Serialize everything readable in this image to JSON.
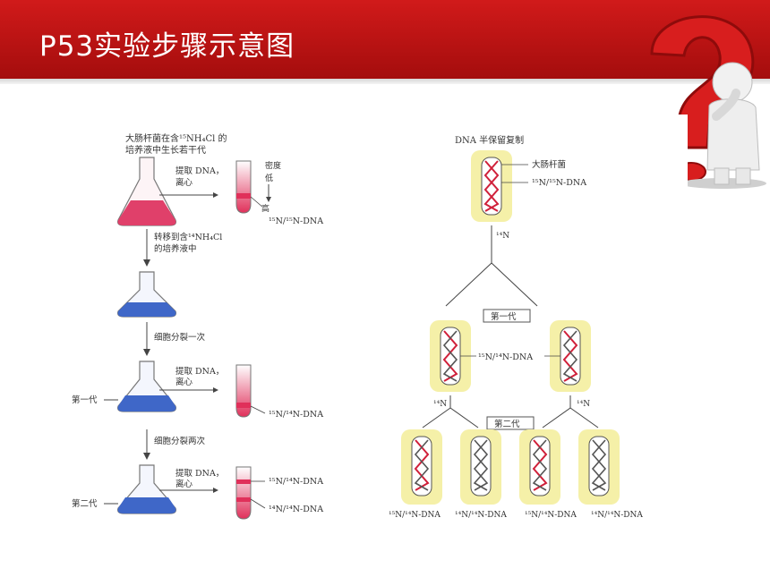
{
  "slide": {
    "title": "P53实验步骤示意图",
    "header_color": "#c31414",
    "decoration_icon": "question-mark-thinking-figure-icon"
  },
  "left_panel": {
    "top_caption_line1": "大肠杆菌在含¹⁵NH₄Cl 的",
    "top_caption_line2": "培养液中生长若干代",
    "extract_label_1": "提取 DNA，",
    "extract_label_2": "离心",
    "density_label": "密度",
    "density_low": "低",
    "density_high": "高",
    "band_top_label": "¹⁵N/¹⁵N-DNA",
    "transfer_line1": "转移到含¹⁴NH₄Cl",
    "transfer_line2": "的培养液中",
    "divide_once": "细胞分裂一次",
    "gen1_label": "第一代",
    "band_mid_label": "¹⁵N/¹⁴N-DNA",
    "divide_twice": "细胞分裂两次",
    "gen2_label": "第二代",
    "band_gen2_a": "¹⁵N/¹⁴N-DNA",
    "band_gen2_b": "¹⁴N/¹⁴N-DNA",
    "colors": {
      "red_medium": "#e0406a",
      "blue_medium": "#3f67c8",
      "band": "#e0305a"
    }
  },
  "right_panel": {
    "title": "DNA 半保留复制",
    "label_bacterium": "大肠杆菌",
    "label_parent_dna": "¹⁵N/¹⁵N-DNA",
    "label_n14": "¹⁴N",
    "gen1_box": "第一代",
    "gen1_dna": "¹⁵N/¹⁴N-DNA",
    "n14_left": "¹⁴N",
    "n14_right": "¹⁴N",
    "gen2_box": "第二代",
    "gen2_dnas": [
      "¹⁵N/¹⁴N-DNA",
      "¹⁴N/¹⁴N-DNA",
      "¹⁵N/¹⁴N-DNA",
      "¹⁴N/¹⁴N-DNA"
    ],
    "colors": {
      "halo": "#f5f0a8",
      "strand_red": "#d0203a",
      "strand_dark": "#555555"
    }
  }
}
